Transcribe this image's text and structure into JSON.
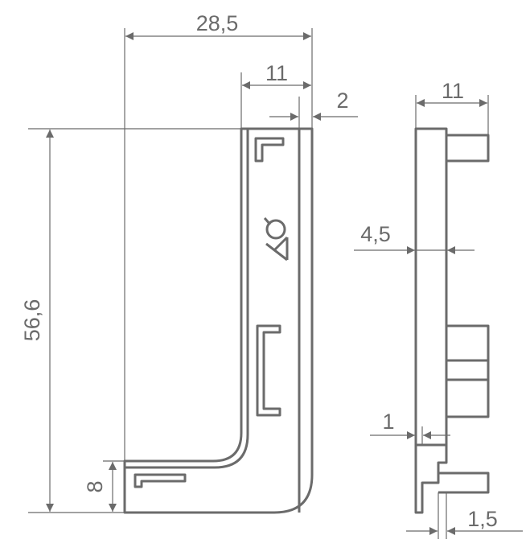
{
  "diagram": {
    "color": "#6b6b6b",
    "front_view": {
      "dimensions": {
        "total_width": "28,5",
        "top_width": "11",
        "wall": "2",
        "height": "56,6",
        "foot_height": "8"
      },
      "logo_text": "AQ"
    },
    "side_view": {
      "dimensions": {
        "depth": "11",
        "body_thickness": "4,5",
        "lip": "1",
        "tab_offset": "1,5"
      }
    }
  }
}
